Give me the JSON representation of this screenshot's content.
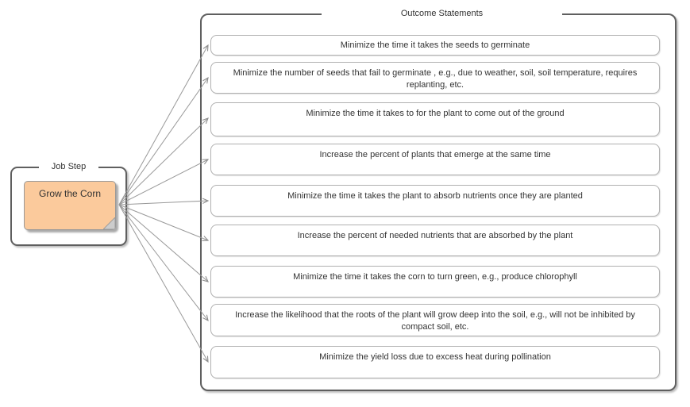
{
  "job_step": {
    "panel_title": "Job Step",
    "card_label": "Grow the Corn"
  },
  "outcomes": {
    "panel_title": "Outcome Statements",
    "statements": [
      "Minimize the time it takes the seeds to germinate",
      "Minimize the number of seeds that fail to germinate , e.g., due to weather, soil, soil temperature, requires replanting, etc.",
      "Minimize the time it takes to for the plant to come out of the ground",
      "Increase the percent of plants that emerge at the same time",
      "Minimize the time it takes the plant to absorb nutrients once they are planted",
      "Increase the percent of needed nutrients that are absorbed by the plant",
      "Minimize the time it takes the corn to turn green, e.g., produce chlorophyll",
      "Increase the likelihood that the roots of the plant will grow deep into the soil, e.g., will not be inhibited by compact soil, etc.",
      "Minimize the yield loss due to excess heat during pollination"
    ]
  },
  "colors": {
    "card_fill": "#FBCA9C",
    "card_border": "#999999",
    "panel_border": "#5F5F5F",
    "statement_border": "#B0B0B0",
    "arrow": "#999999",
    "text": "#333333"
  }
}
